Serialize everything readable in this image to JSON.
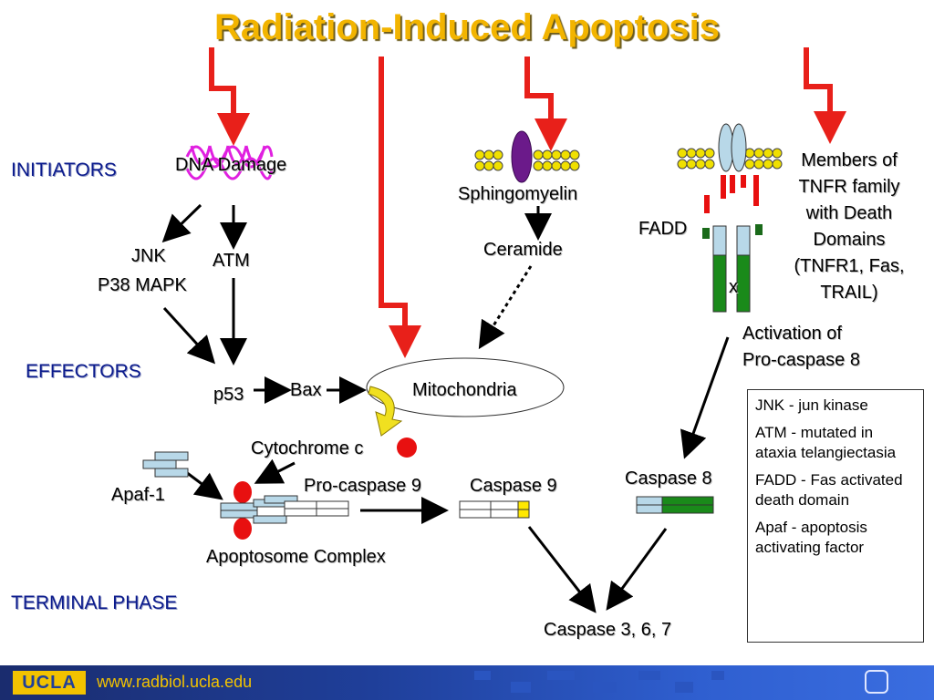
{
  "title": "Radiation-Induced Apoptosis",
  "phases": {
    "initiators": "INITIATORS",
    "effectors": "EFFECTORS",
    "terminal": "TERMINAL PHASE"
  },
  "nodes": {
    "dna_damage": "DNA Damage",
    "jnk": "JNK",
    "p38": "P38 MAPK",
    "atm": "ATM",
    "p53": "p53",
    "bax": "Bax",
    "mitochondria": "Mitochondria",
    "sphingomyelin": "Sphingomyelin",
    "ceramide": "Ceramide",
    "fadd": "FADD",
    "x_mark": "x",
    "tnfr_members": [
      "Members of",
      "TNFR family",
      "with Death",
      "Domains",
      "(TNFR1, Fas,",
      "TRAIL)"
    ],
    "activation": [
      "Activation of",
      "Pro-caspase 8"
    ],
    "cytochrome_c": "Cytochrome c",
    "apaf1": "Apaf-1",
    "pro_caspase9": "Pro-caspase 9",
    "caspase9": "Caspase 9",
    "caspase8": "Caspase 8",
    "apoptosome": "Apoptosome Complex",
    "caspase367": "Caspase 3, 6, 7"
  },
  "legend": [
    "JNK - jun kinase",
    "ATM - mutated in ataxia telangiectasia",
    "FADD - Fas activated death domain",
    "Apaf - apoptosis activating factor"
  ],
  "footer": {
    "logo": "UCLA",
    "url": "www.radbiol.ucla.edu"
  },
  "colors": {
    "title": "#f2b400",
    "phase_text": "#0a1a8c",
    "radiation_arrow": "#e8201a",
    "dna": "#e020e0",
    "receptor_green": "#1a8a1a",
    "receptor_light": "#b8d8e8",
    "cytochrome": "#e81010",
    "caspase_yellow": "#ffe800"
  }
}
